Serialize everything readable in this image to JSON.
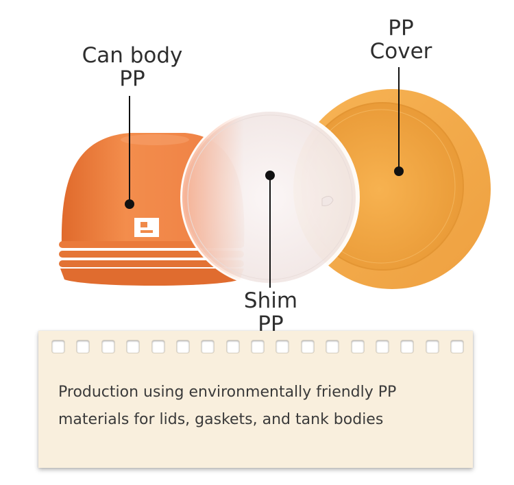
{
  "callouts": {
    "can_body": {
      "line1": "Can body",
      "line2": "PP"
    },
    "cover": {
      "line1": "PP",
      "line2": "Cover"
    },
    "shim": {
      "line1": "Shim",
      "line2": "PP"
    }
  },
  "note": {
    "text": "Production using environmentally friendly PP materials for lids, gaskets, and tank bodies"
  },
  "colors": {
    "can_body": "#f08a4a",
    "cover": "#f3a947",
    "shim": "#f6ecea",
    "note_background": "#f9efdd"
  }
}
